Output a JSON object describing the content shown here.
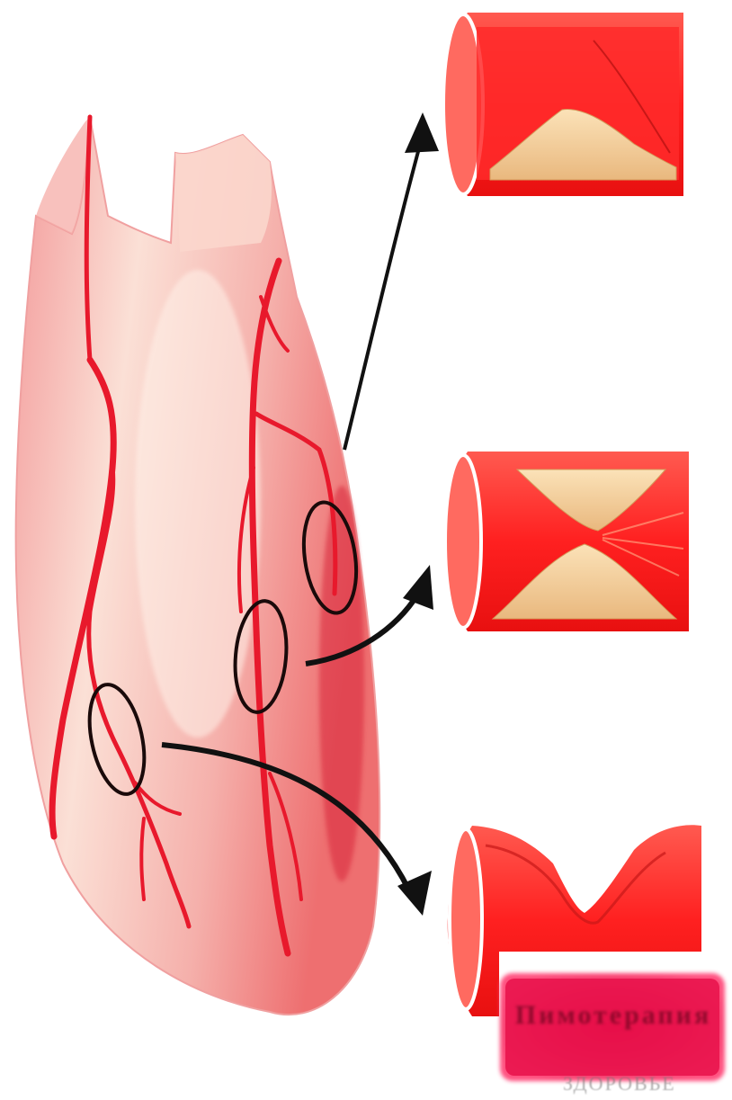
{
  "diagram": {
    "panels": [
      {
        "id": "top",
        "kind": "plaque-narrowing"
      },
      {
        "id": "middle",
        "kind": "severe-stenosis"
      },
      {
        "id": "bottom",
        "kind": "vessel-spasm"
      }
    ]
  },
  "watermark": {
    "text": "Пимотерапия",
    "subtext": "ЗДОРОВЬЕ"
  },
  "colors": {
    "heart": "#f6b7b4",
    "artery": "#e8192c",
    "wall": "#ff3a3a",
    "plaque": "#f3cc98",
    "arrow": "#111111",
    "circle": "#1a0a0a"
  }
}
